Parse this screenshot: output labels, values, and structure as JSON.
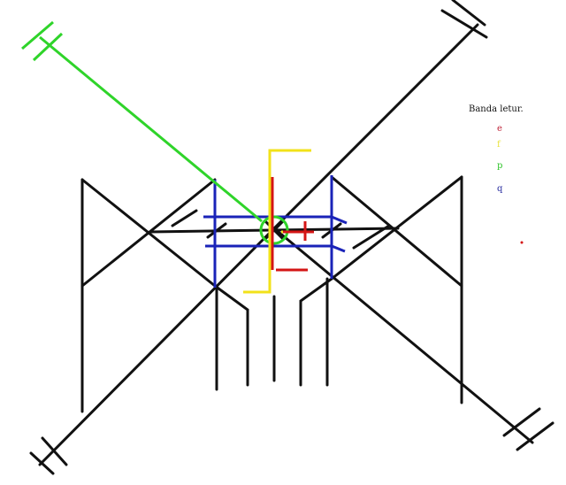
{
  "legend": {
    "title": "Banda letur.",
    "items": [
      {
        "label": "e",
        "color": "#c0283c"
      },
      {
        "label": "f",
        "color": "#e8e23a"
      },
      {
        "label": "p",
        "color": "#2fc42a"
      },
      {
        "label": "q",
        "color": "#2a2fa0"
      }
    ]
  }
}
